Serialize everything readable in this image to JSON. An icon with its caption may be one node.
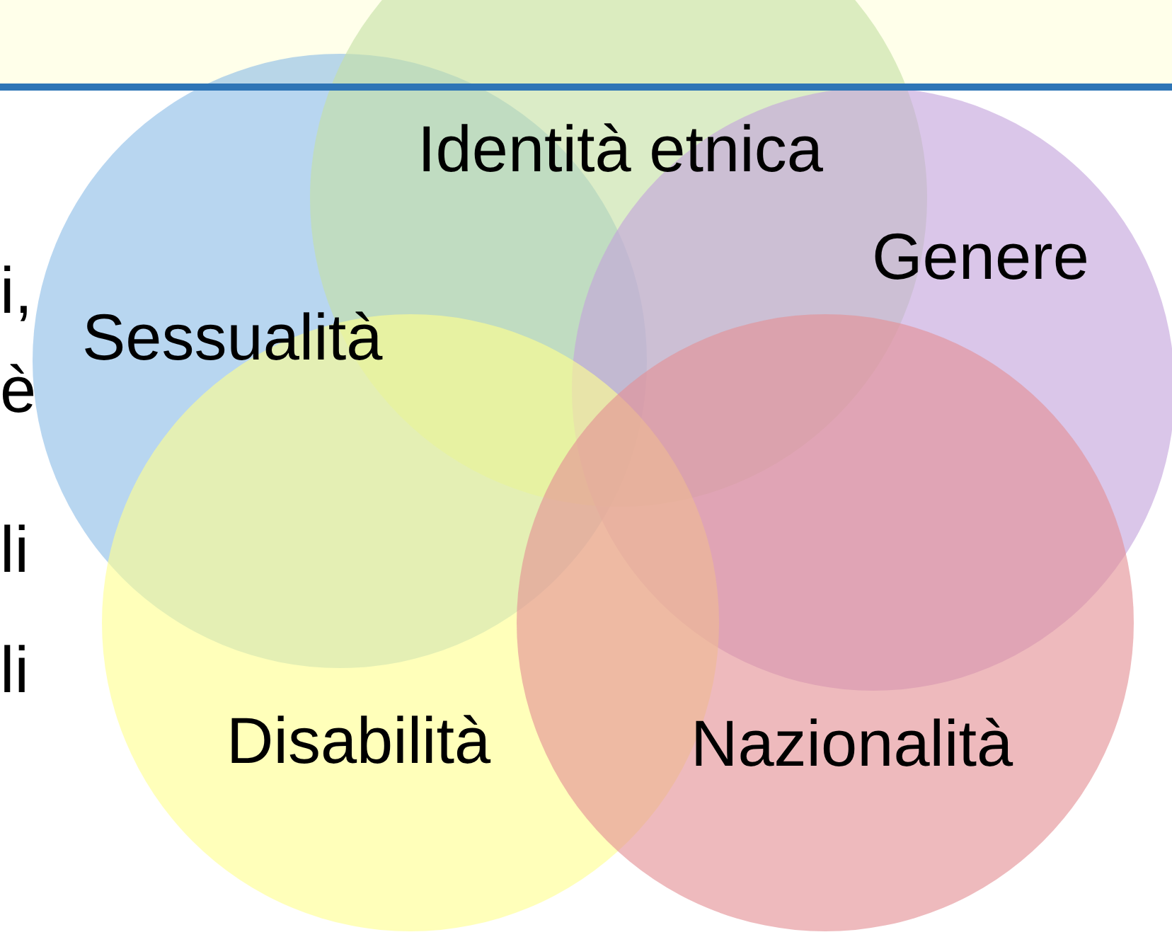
{
  "diagram": {
    "nodes": [
      {
        "text": [
          "Identità etnica"
        ]
      },
      {
        "text": [
          "Genere"
        ]
      },
      {
        "text": [
          "Sessualità"
        ]
      },
      {
        "text": [
          "Disabilità"
        ]
      },
      {
        "text": [
          "Nazionalità"
        ]
      }
    ],
    "labels": [
      "i,",
      "è",
      "li",
      "li"
    ]
  }
}
